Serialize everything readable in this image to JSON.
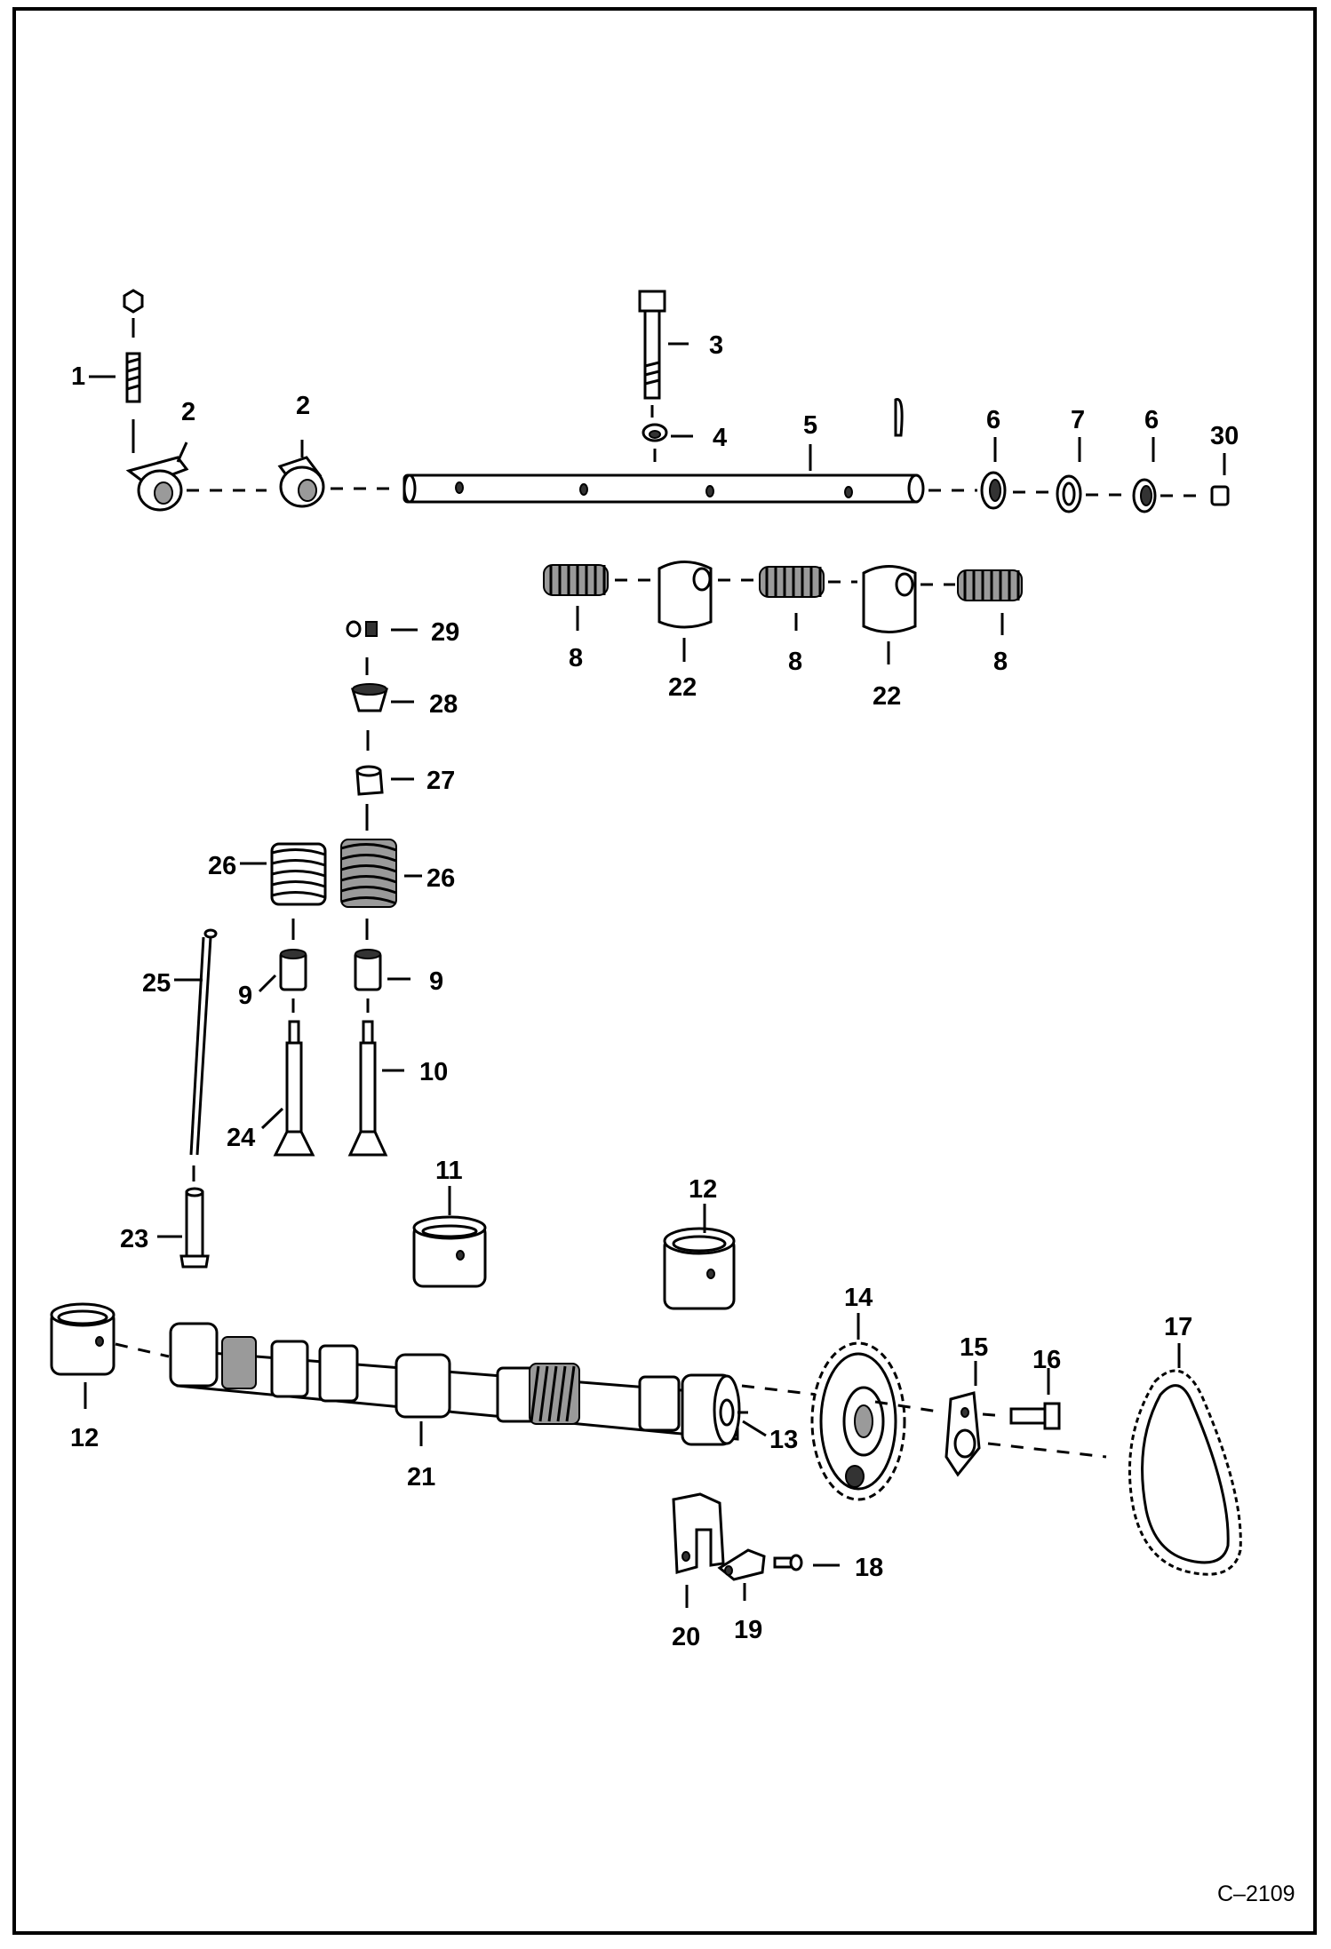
{
  "figure_code": "C–2109",
  "callouts": {
    "c1": "1",
    "c2a": "2",
    "c2b": "2",
    "c3": "3",
    "c4": "4",
    "c5": "5",
    "c6a": "6",
    "c7": "7",
    "c6b": "6",
    "c30": "30",
    "c8a": "8",
    "c22a": "22",
    "c8b": "8",
    "c22b": "22",
    "c8c": "8",
    "c29": "29",
    "c28": "28",
    "c27": "27",
    "c26a": "26",
    "c26b": "26",
    "c25": "25",
    "c9a": "9",
    "c9b": "9",
    "c10": "10",
    "c24": "24",
    "c23": "23",
    "c11": "11",
    "c12a": "12",
    "c12b": "12",
    "c14": "14",
    "c15": "15",
    "c16": "16",
    "c17": "17",
    "c13": "13",
    "c21": "21",
    "c18": "18",
    "c19": "19",
    "c20": "20"
  },
  "colors": {
    "line": "#000000",
    "shade": "#9a9a9a",
    "background": "#ffffff"
  }
}
